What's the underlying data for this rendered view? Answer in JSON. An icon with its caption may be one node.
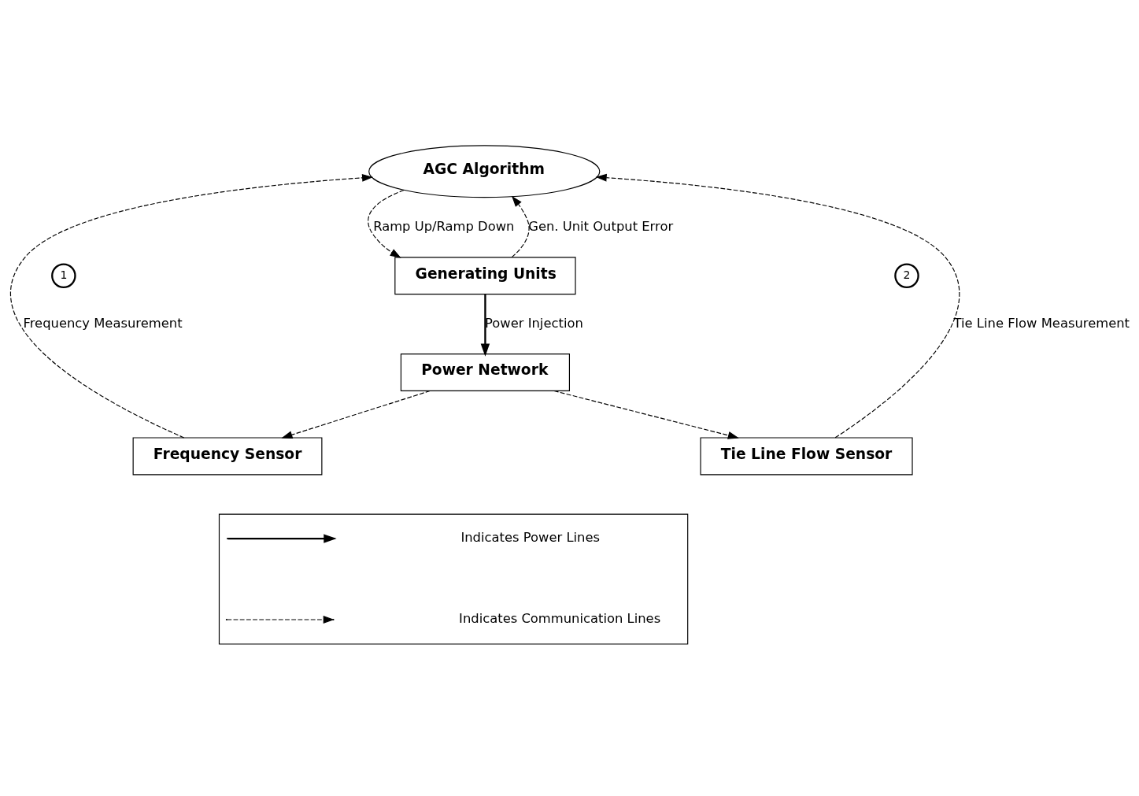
{
  "diagram": {
    "nodes": [
      {
        "text": [
          "AGC Algorithm"
        ]
      },
      {
        "text": [
          "1"
        ]
      },
      {
        "text": [
          "2"
        ]
      },
      {
        "text": [
          "Generating Units"
        ]
      },
      {
        "text": [
          "Power Network"
        ]
      },
      {
        "text": [
          "Frequency Sensor"
        ]
      },
      {
        "text": [
          "Tie Line Flow Sensor"
        ]
      },
      {
        "text": [],
        "shape": "box"
      }
    ],
    "edges": [
      {
        "from": 5,
        "to": 0,
        "arrow": "to",
        "style": "dashed",
        "label": "Frequency Measurement"
      },
      {
        "from": 6,
        "to": 0,
        "arrow": "to",
        "style": "dashed",
        "label": "Tie Line Flow Measurement"
      },
      {
        "from": 3,
        "to": 0,
        "arrow": "to",
        "style": "dashed",
        "label": "Gen. Unit Output Error"
      },
      {
        "from": 0,
        "to": 3,
        "arrow": "to",
        "style": "dashed",
        "label": "Ramp Up/Ramp Down"
      },
      {
        "from": 3,
        "to": 4,
        "arrow": "to",
        "label": "Power Injection"
      },
      {
        "from": 4,
        "to": 5,
        "arrow": "to",
        "style": "dashed"
      },
      {
        "from": 4,
        "to": 6,
        "arrow": "to",
        "style": "dashed"
      }
    ],
    "legend": [
      {
        "text": "Indicates Power Lines"
      },
      {
        "text": "Indicates Communication Lines"
      }
    ]
  }
}
